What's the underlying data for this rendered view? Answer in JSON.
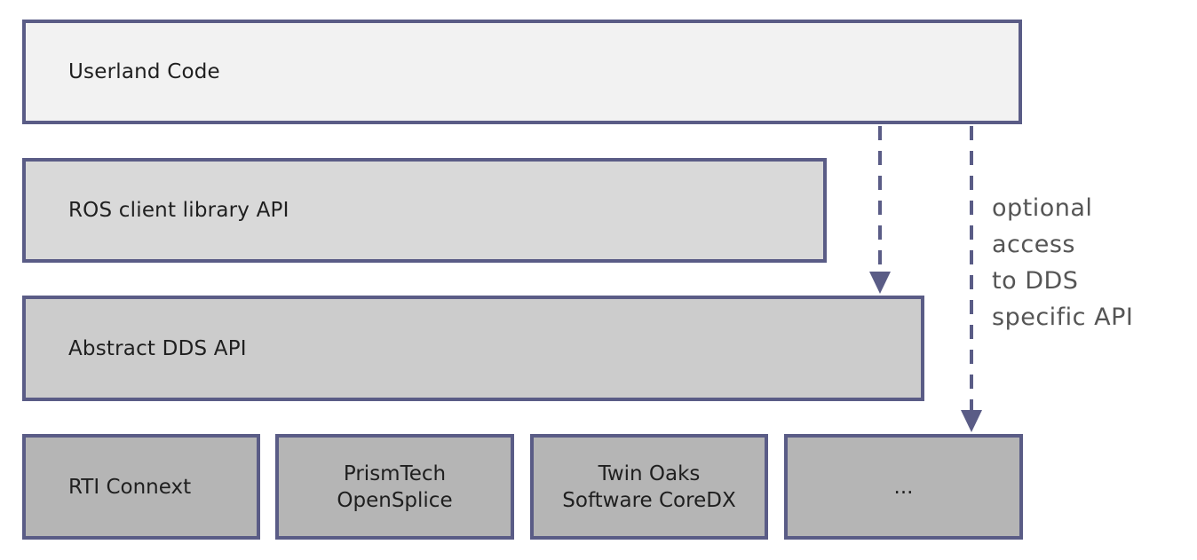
{
  "layers": {
    "userland": "Userland Code",
    "ros_client_api": "ROS client library API",
    "abstract_dds": "Abstract DDS API"
  },
  "implementations": [
    {
      "label": "RTI Connext"
    },
    {
      "label": "PrismTech\nOpenSplice"
    },
    {
      "label": "Twin Oaks\nSoftware CoreDX"
    },
    {
      "label": "..."
    }
  ],
  "annotation": {
    "lines": [
      "optional",
      "access",
      "to DDS",
      "specific API"
    ]
  },
  "colors": {
    "border": "#5a5c86",
    "userland_fill": "#f2f2f2",
    "ros_fill": "#d9d9d9",
    "abstract_fill": "#cccccc",
    "impl_fill": "#b5b5b5",
    "arrow": "#5a5c86"
  }
}
